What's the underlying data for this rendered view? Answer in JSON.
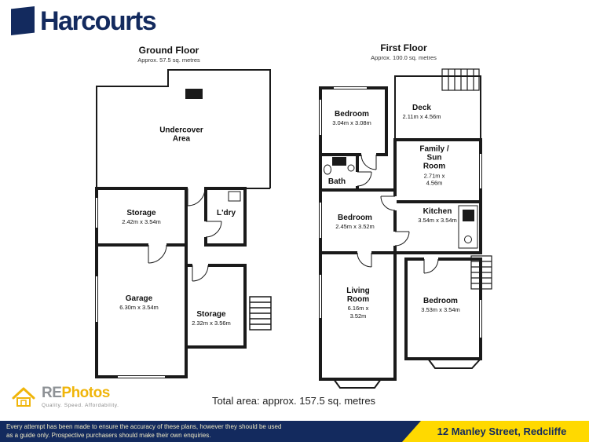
{
  "brand": {
    "name": "Harcourts"
  },
  "colors": {
    "navy": "#132a5e",
    "yellow": "#ffd900",
    "credits_gold": "#f0b50a"
  },
  "icons": {
    "logo_mark": "harcourts-flag",
    "credits_mark": "house-outline"
  },
  "plans": {
    "ground": {
      "title": "Ground Floor",
      "subtitle": "Approx. 57.5 sq. metres",
      "rooms": [
        {
          "name": "Undercover Area",
          "dims": ""
        },
        {
          "name": "Storage",
          "dims": "2.42m x 3.54m"
        },
        {
          "name": "L'dry",
          "dims": ""
        },
        {
          "name": "Garage",
          "dims": "6.30m x 3.54m"
        },
        {
          "name": "Storage",
          "dims": "2.32m x 3.56m"
        }
      ]
    },
    "first": {
      "title": "First Floor",
      "subtitle": "Approx. 100.0 sq. metres",
      "rooms": [
        {
          "name": "Bedroom",
          "dims": "3.04m x 3.08m"
        },
        {
          "name": "Deck",
          "dims": "2.11m x 4.56m"
        },
        {
          "name": "Bath",
          "dims": ""
        },
        {
          "name": "Family / Sun Room",
          "dims": "2.71m x 4.56m"
        },
        {
          "name": "Bedroom",
          "dims": "2.45m x 3.52m"
        },
        {
          "name": "Kitchen",
          "dims": "3.54m x 3.54m"
        },
        {
          "name": "Living Room",
          "dims": "6.16m x 3.52m"
        },
        {
          "name": "Bedroom",
          "dims": "3.53m x 3.54m"
        }
      ]
    }
  },
  "summary": {
    "total_area": "Total area: approx. 157.5 sq. metres"
  },
  "credits": {
    "re": "RE",
    "photos": "Photos",
    "tagline": "Quality. Speed. Affordability."
  },
  "footer": {
    "disclaimer_line1": "Every attempt has been made to ensure the accuracy of these plans, however they should be used",
    "disclaimer_line2": "as a guide only.  Prospective purchasers should make their own enquiries.",
    "address": "12 Manley Street, Redcliffe"
  }
}
